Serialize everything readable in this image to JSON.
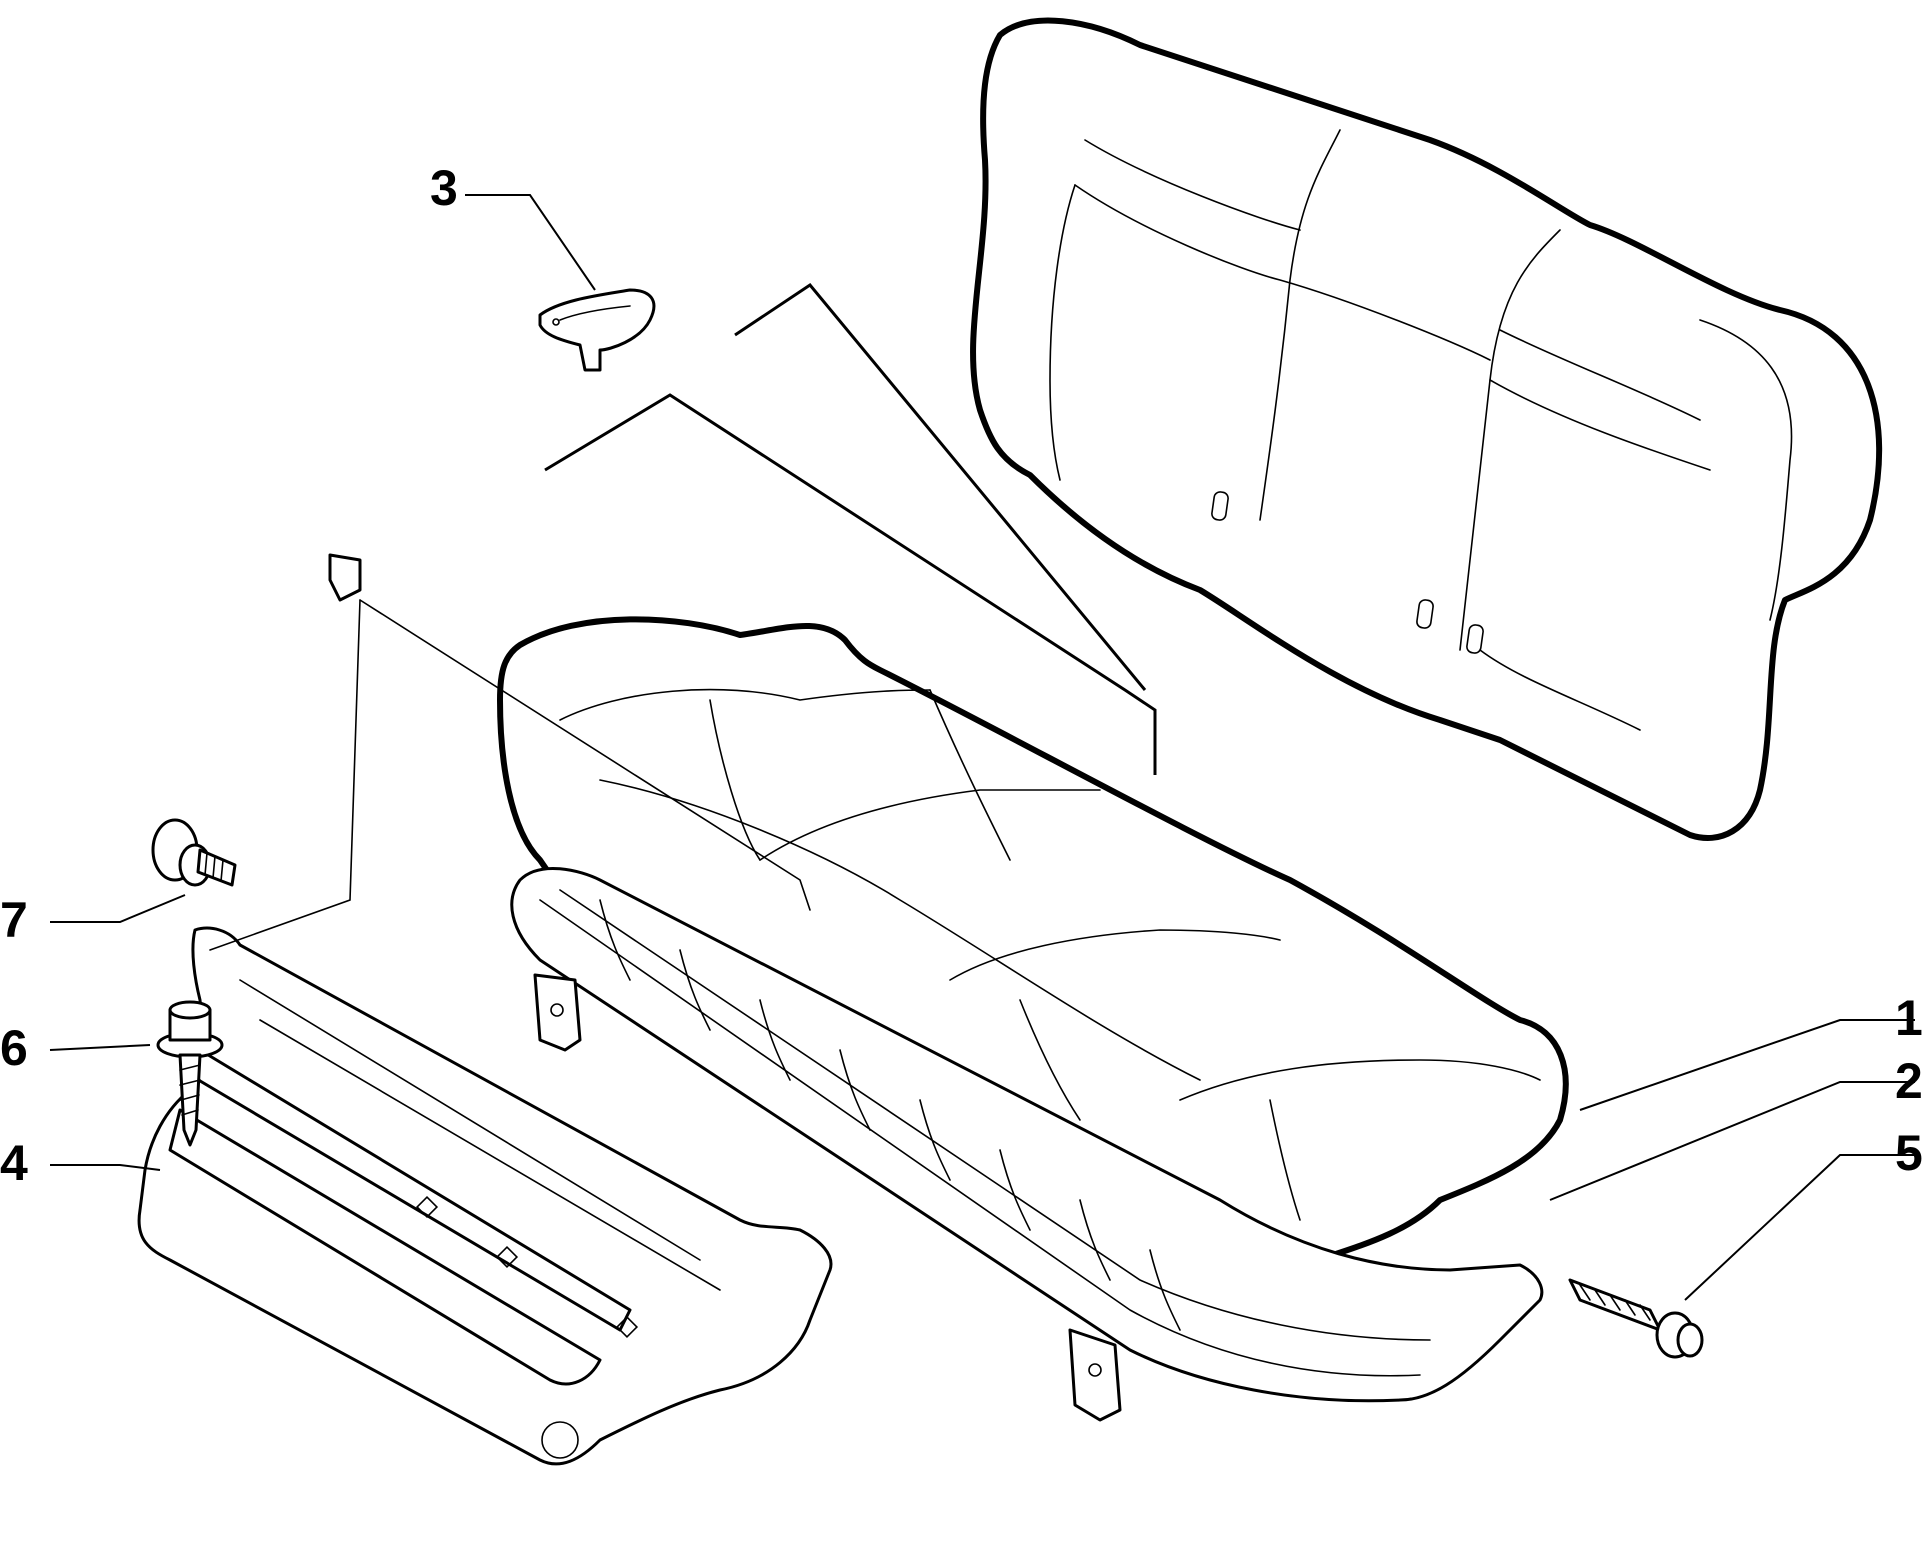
{
  "callouts": [
    {
      "num": "1",
      "part": "seat-cushion"
    },
    {
      "num": "2",
      "part": "seat-frame"
    },
    {
      "num": "3",
      "part": "clip"
    },
    {
      "num": "4",
      "part": "support-tray"
    },
    {
      "num": "5",
      "part": "screw"
    },
    {
      "num": "6",
      "part": "self-tapping-screw"
    },
    {
      "num": "7",
      "part": "stud-bolt"
    }
  ],
  "colors": {
    "line": "#000000",
    "background": "#ffffff"
  }
}
